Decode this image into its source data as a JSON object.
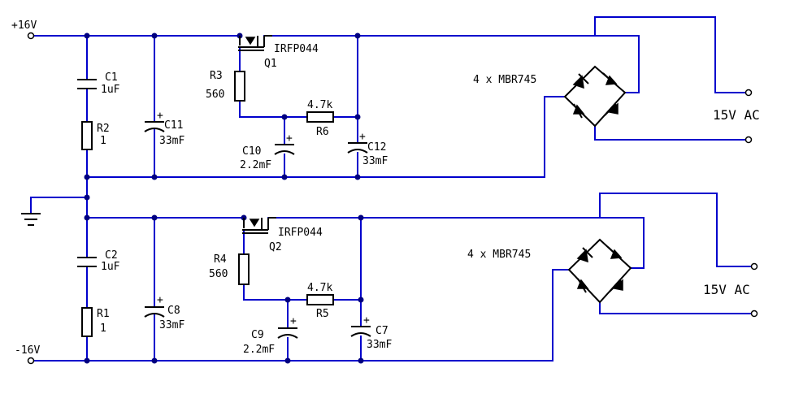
{
  "rails": {
    "positive": "+16V",
    "negative": "-16V"
  },
  "top": {
    "c1": {
      "ref": "C1",
      "value": "1uF"
    },
    "r2": {
      "ref": "R2",
      "value": "1"
    },
    "c11": {
      "ref": "C11",
      "value": "33mF",
      "polarity": "+"
    },
    "q1": {
      "part": "IRFP044",
      "ref": "Q1"
    },
    "r3": {
      "ref": "R3",
      "value": "560"
    },
    "r6": {
      "ref": "R6",
      "value": "4.7k"
    },
    "c10": {
      "ref": "C10",
      "value": "2.2mF",
      "polarity": "+"
    },
    "c12": {
      "ref": "C12",
      "value": "33mF",
      "polarity": "+"
    },
    "bridge": {
      "label": "4 x MBR745"
    },
    "ac": {
      "label": "15V AC"
    }
  },
  "bottom": {
    "c2": {
      "ref": "C2",
      "value": "1uF"
    },
    "r1": {
      "ref": "R1",
      "value": "1"
    },
    "c8": {
      "ref": "C8",
      "value": "33mF",
      "polarity": "+"
    },
    "q2": {
      "part": "IRFP044",
      "ref": "Q2"
    },
    "r4": {
      "ref": "R4",
      "value": "560"
    },
    "r5": {
      "ref": "R5",
      "value": "4.7k"
    },
    "c9": {
      "ref": "C9",
      "value": "2.2mF",
      "polarity": "+"
    },
    "c7": {
      "ref": "C7",
      "value": "33mF",
      "polarity": "+"
    },
    "bridge": {
      "label": "4 x MBR745"
    },
    "ac": {
      "label": "15V AC"
    }
  },
  "colors": {
    "wire": "#0000cc",
    "component": "#000000",
    "junction": "#000080",
    "background": "#ffffff"
  }
}
